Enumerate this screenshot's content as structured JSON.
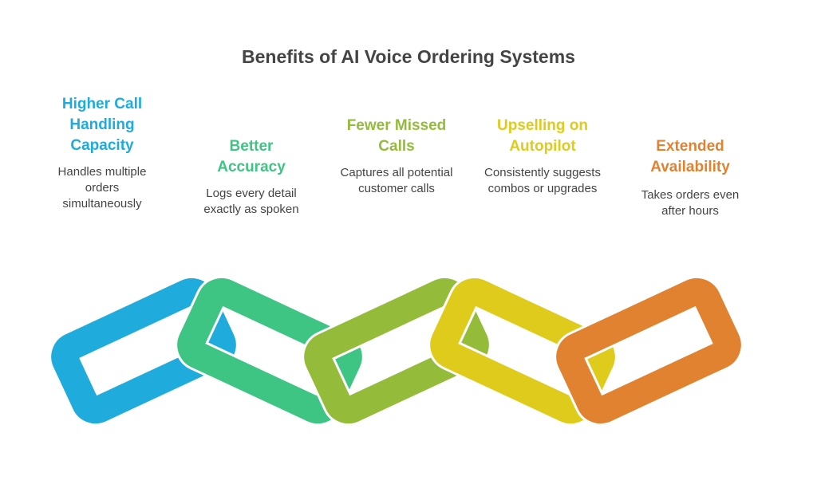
{
  "title": "Benefits of AI Voice Ordering Systems",
  "benefits": [
    {
      "heading": "Higher Call Handling Capacity",
      "description": "Handles multiple orders simultaneously",
      "color": "#1fabdc"
    },
    {
      "heading": "Better Accuracy",
      "description": "Logs every detail exactly as spoken",
      "color": "#3ec584"
    },
    {
      "heading": "Fewer Missed Calls",
      "description": "Captures all potential customer calls",
      "color": "#94bc3a"
    },
    {
      "heading": "Upselling on Autopilot",
      "description": "Consistently suggests combos or upgrades",
      "color": "#dfcb1b"
    },
    {
      "heading": "Extended Availability",
      "description": "Takes orders even after hours",
      "color": "#e0822f"
    }
  ]
}
